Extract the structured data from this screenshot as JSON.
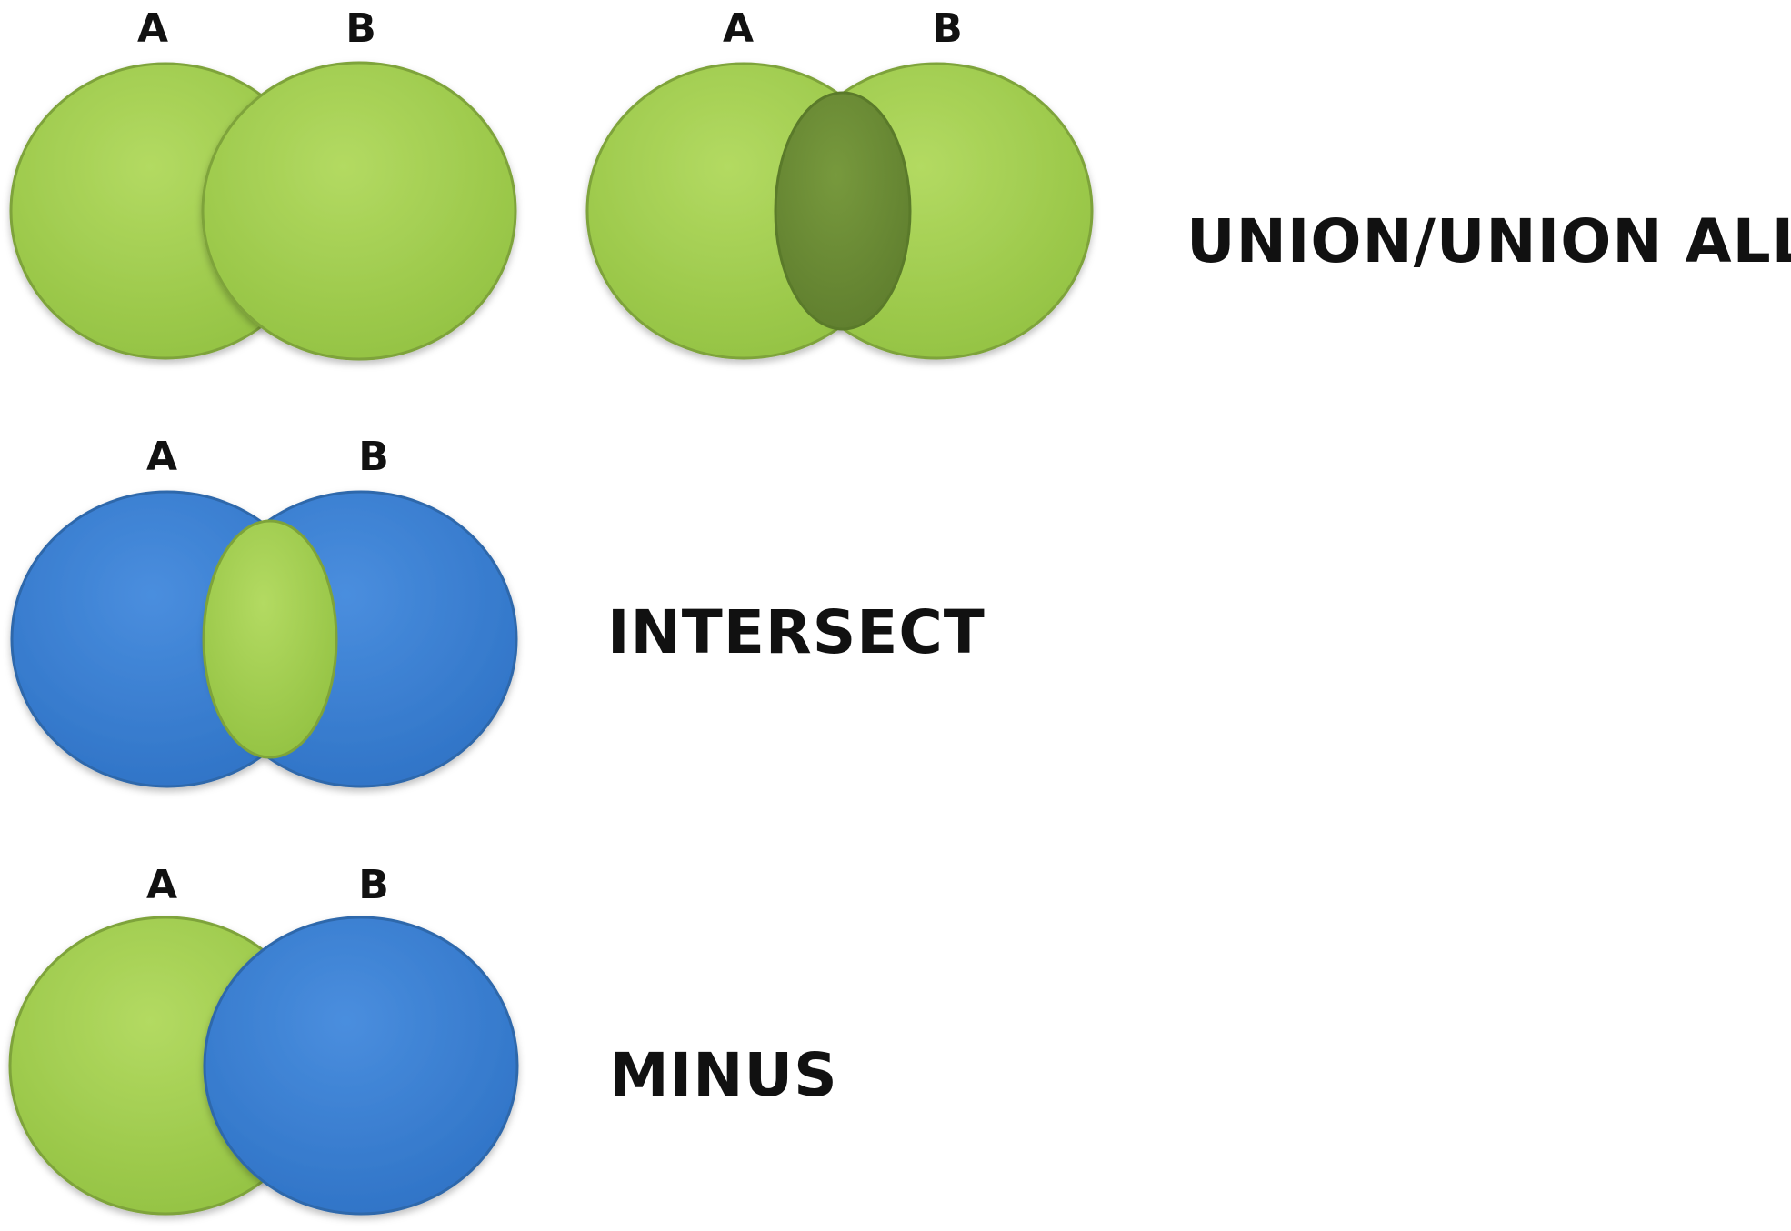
{
  "colors": {
    "green": "#9bc84a",
    "green_dark_overlap": "#6c8c35",
    "blue": "#3b7fcf",
    "outline_green": "#7ea33a",
    "outline_blue": "#2f68ab",
    "text": "#111111",
    "background": "#ffffff"
  },
  "diagrams": [
    {
      "id": "union",
      "set_a_label": "A",
      "set_b_label": "B",
      "fill_a": "green",
      "fill_b": "green",
      "overlap": "none"
    },
    {
      "id": "union-all",
      "set_a_label": "A",
      "set_b_label": "B",
      "fill_a": "green",
      "fill_b": "green",
      "overlap": "green_dark_overlap"
    },
    {
      "id": "intersect",
      "set_a_label": "A",
      "set_b_label": "B",
      "fill_a": "blue",
      "fill_b": "blue",
      "overlap": "green"
    },
    {
      "id": "minus",
      "set_a_label": "A",
      "set_b_label": "B",
      "fill_a": "green",
      "fill_b": "blue",
      "overlap": "none"
    }
  ],
  "operations": {
    "union_label": "UNION/UNION ALL",
    "intersect_label": "INTERSECT",
    "minus_label": "MINUS"
  }
}
